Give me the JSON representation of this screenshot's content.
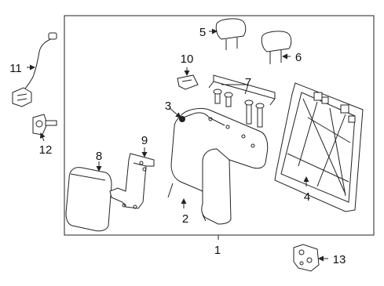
{
  "diagram": {
    "callouts": {
      "c1": "1",
      "c2": "2",
      "c3": "3",
      "c4": "4",
      "c5": "5",
      "c6": "6",
      "c7": "7",
      "c8": "8",
      "c9": "9",
      "c10": "10",
      "c11": "11",
      "c12": "12",
      "c13": "13"
    }
  },
  "icons": {
    "arrowhead": "arrow-icon"
  }
}
